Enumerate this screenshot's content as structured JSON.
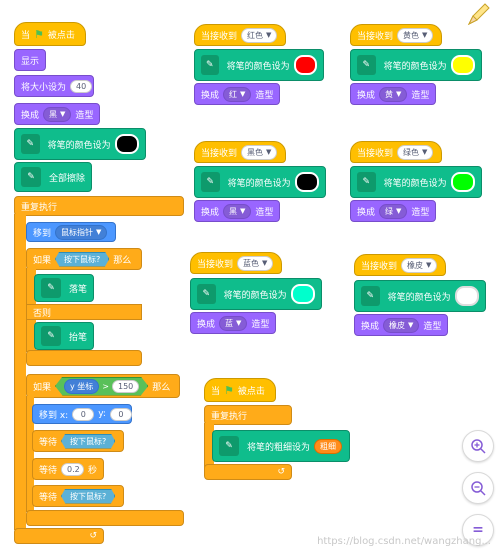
{
  "script1": {
    "when_clicked": "当 被点击",
    "show": "显示",
    "set_size": "将大小设为",
    "size_value": "40",
    "switch_costume": "换成",
    "costume_value": "黑",
    "costume_suffix": "造型",
    "set_pen_color": "将笔的颜色设为",
    "pen_color": "#000000",
    "erase_all": "全部擦除",
    "forever": "重复执行",
    "go_to": "移到",
    "go_to_target": "鼠标指针",
    "if": "如果",
    "mouse_down": "按下鼠标?",
    "then": "那么",
    "pen_down": "落笔",
    "else": "否则",
    "pen_up": "抬笔",
    "y_pos": "y 坐标",
    "gt": ">",
    "y_value": "150",
    "go_to_xy": "移到 x:",
    "x_val": "0",
    "y_label": "y:",
    "y_val": "0",
    "wait_until": "等待",
    "wait_value": "0.2",
    "seconds": "秒"
  },
  "receivers": [
    {
      "title": "当接收到",
      "message": "红色",
      "set_color": "将笔的颜色设为",
      "color": "#ff0000",
      "switch": "换成",
      "costume": "红",
      "suffix": "造型"
    },
    {
      "title": "当接收到",
      "message": "黄色",
      "set_color": "将笔的颜色设为",
      "color": "#ffff00",
      "switch": "换成",
      "costume": "黄",
      "suffix": "造型"
    },
    {
      "title": "当接收到",
      "message": "黑色",
      "set_color": "将笔的颜色设为",
      "color": "#000000",
      "switch": "换成",
      "costume": "黑",
      "suffix": "造型"
    },
    {
      "title": "当接收到",
      "message": "绿色",
      "set_color": "将笔的颜色设为",
      "color": "#00ff00",
      "switch": "换成",
      "costume": "绿",
      "suffix": "造型"
    },
    {
      "title": "当接收到",
      "message": "蓝色",
      "set_color": "将笔的颜色设为",
      "color": "#00ffcc",
      "switch": "换成",
      "costume": "蓝",
      "suffix": "造型"
    },
    {
      "title": "当接收到",
      "message": "橡皮",
      "set_color": "将笔的颜色设为",
      "color": "#ffffff",
      "switch": "换成",
      "costume": "橡皮",
      "suffix": "造型"
    }
  ],
  "script3": {
    "when_clicked": "当 被点击",
    "forever": "重复执行",
    "set_pen_size": "将笔的粗细设为",
    "size_var": "粗细"
  },
  "zoom": {
    "in": "+",
    "out": "−",
    "reset": "="
  },
  "watermark": "https://blog.csdn.net/wangzhang..."
}
